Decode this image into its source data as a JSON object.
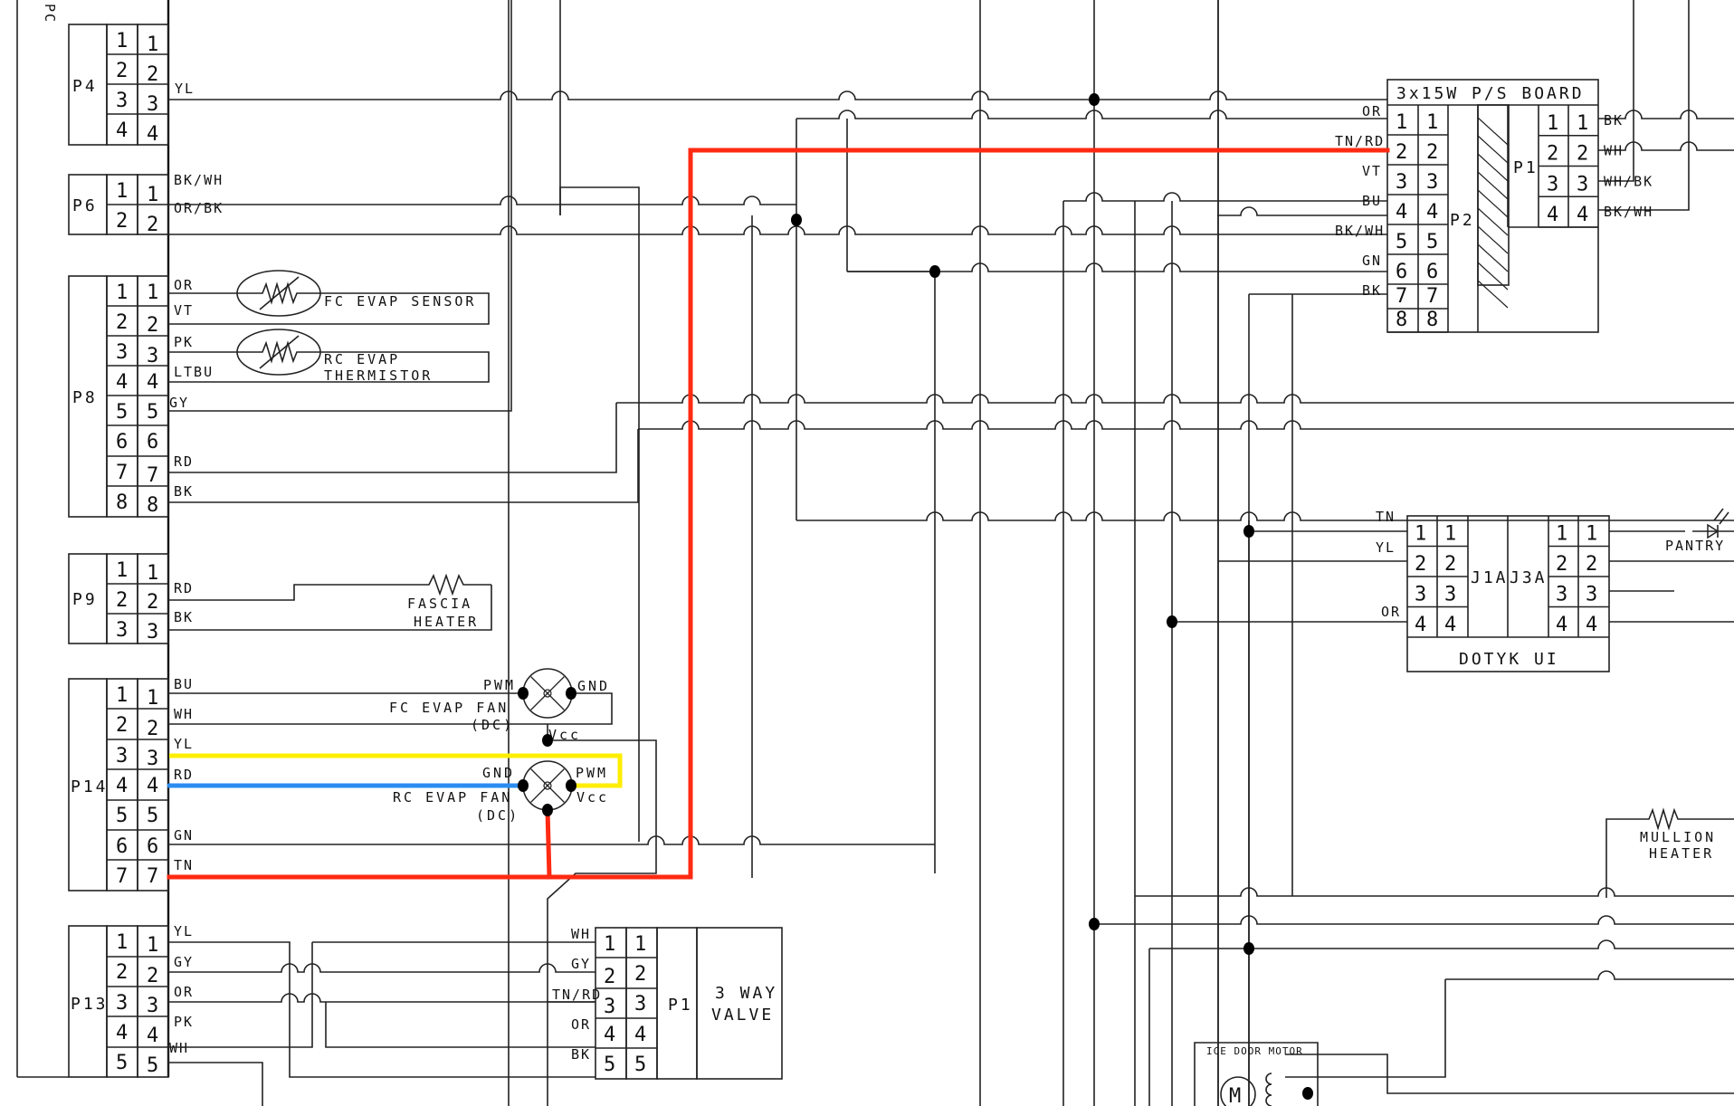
{
  "diagram": {
    "title_fragment": "PC",
    "highlight_colors": {
      "red": "#ff2a12",
      "yellow": "#ffee00",
      "blue": "#2a8cf0"
    },
    "connectors_left": [
      {
        "name": "P4",
        "pins": [
          "1",
          "2",
          "3",
          "4"
        ],
        "wires": [
          "",
          "",
          "YL",
          ""
        ]
      },
      {
        "name": "P6",
        "pins": [
          "1",
          "2"
        ],
        "wires": [
          "BK/WH",
          "OR/BK"
        ]
      },
      {
        "name": "P8",
        "pins": [
          "1",
          "2",
          "3",
          "4",
          "5",
          "6",
          "7",
          "8"
        ],
        "wires": [
          "OR",
          "VT",
          "PK",
          "LTBU",
          "GY",
          "",
          "RD",
          "BK"
        ]
      },
      {
        "name": "P9",
        "pins": [
          "1",
          "2",
          "3"
        ],
        "wires": [
          "",
          "RD",
          "BK"
        ]
      },
      {
        "name": "P14",
        "pins": [
          "1",
          "2",
          "3",
          "4",
          "5",
          "6",
          "7"
        ],
        "wires": [
          "BU",
          "WH",
          "YL",
          "RD",
          "",
          "GN",
          "TN"
        ]
      },
      {
        "name": "P13",
        "pins": [
          "1",
          "2",
          "3",
          "4",
          "5"
        ],
        "wires": [
          "YL",
          "GY",
          "OR",
          "PK",
          "WH"
        ]
      }
    ],
    "components": {
      "fc_evap_sensor": "FC EVAP SENSOR",
      "rc_evap_thermistor_1": "RC EVAP",
      "rc_evap_thermistor_2": "THERMISTOR",
      "fascia_heater_1": "FASCIA",
      "fascia_heater_2": "HEATER",
      "fc_evap_fan_1": "FC EVAP FAN",
      "fc_evap_fan_2": "(DC)",
      "rc_evap_fan_1": "RC EVAP FAN",
      "rc_evap_fan_2": "(DC)",
      "fan_pin_pwm": "PWM",
      "fan_pin_gnd": "GND",
      "fan_pin_vcc": "Vcc",
      "mullion_heater_1": "MULLION",
      "mullion_heater_2": "HEATER",
      "ice_door_motor": "ICE DOOR MOTOR",
      "motor_symbol": "M",
      "pantry": "PANTRY"
    },
    "valve": {
      "connector": "P1",
      "label_1": "3 WAY",
      "label_2": "VALVE",
      "pins": [
        "1",
        "2",
        "3",
        "4",
        "5"
      ],
      "wires": [
        "WH",
        "GY",
        "TN/RD",
        "OR",
        "BK"
      ]
    },
    "ps_board": {
      "title": "3x15W P/S BOARD",
      "p2_label": "P2",
      "p1_label": "P1",
      "p2_pins": [
        "1",
        "2",
        "3",
        "4",
        "5",
        "6",
        "7",
        "8"
      ],
      "p2_wires": [
        "OR",
        "TN/RD",
        "VT",
        "BU",
        "BK/WH",
        "GN",
        "BK",
        ""
      ],
      "p1_pins": [
        "1",
        "2",
        "3",
        "4"
      ],
      "p1_wires": [
        "BK",
        "WH",
        "WH/BK",
        "BK/WH"
      ]
    },
    "dotyk_ui": {
      "title": "DOTYK UI",
      "j1a_label": "J1A",
      "j3a_label": "J3A",
      "pins": [
        "1",
        "2",
        "3",
        "4"
      ],
      "left_wires": [
        "TN",
        "YL",
        "",
        "OR"
      ]
    }
  }
}
